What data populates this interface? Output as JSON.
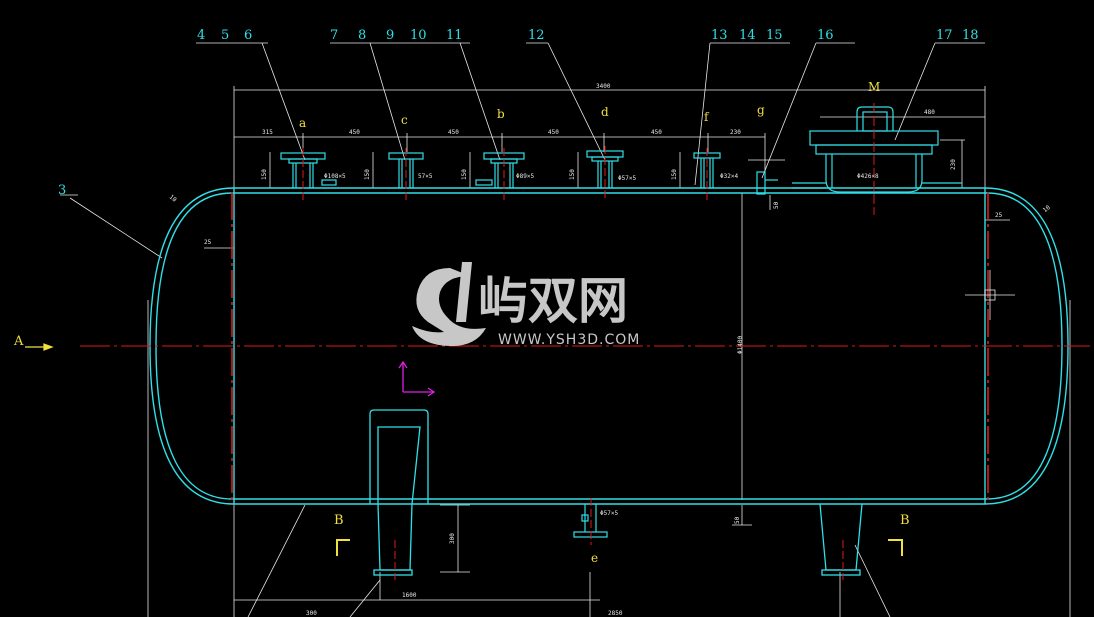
{
  "colors": {
    "background": "#000000",
    "outline": "#2fe0e8",
    "dimension": "#ffffff",
    "centerline": "#e01818",
    "label_yellow": "#f0e040",
    "ucs": "#e020e0",
    "watermark": "#ffffff"
  },
  "part_numbers": {
    "p4": "4",
    "p5": "5",
    "p6": "6",
    "p7": "7",
    "p8": "8",
    "p9": "9",
    "p10": "10",
    "p11": "11",
    "p12": "12",
    "p13": "13",
    "p14": "14",
    "p15": "15",
    "p16": "16",
    "p17": "17",
    "p18": "18",
    "p3": "3"
  },
  "nozzle_letters": {
    "a": "a",
    "c": "c",
    "b": "b",
    "d": "d",
    "f": "f",
    "g": "g",
    "e": "e",
    "M": "M"
  },
  "section_marks": {
    "a_left": "A",
    "b_left": "B",
    "b_right": "B"
  },
  "dimensions": {
    "overall_top": "3400",
    "seg1": "315",
    "seg2": "450",
    "seg3": "450",
    "seg4": "450",
    "seg5": "450",
    "seg6": "230",
    "manhole_w": "480",
    "manhole_h": "230",
    "nozzle_h1": "150",
    "nozzle_h2": "150",
    "nozzle_h3": "150",
    "nozzle_h4": "150",
    "nozzle_h5": "150",
    "dia_a": "Φ108×5",
    "dia_c": "57×5",
    "dia_b": "Φ89×5",
    "dia_d": "Φ57×5",
    "dia_f": "Φ32×4",
    "dia_M": "Φ426×8",
    "dia_e": "Φ57×5",
    "shell_dia": "Φ1400",
    "head_t_left": "10",
    "head_t_right": "10",
    "weld_left": "25",
    "weld_right": "25",
    "g_small": "50",
    "bottom_small": "50",
    "saddle_h": "300",
    "saddle_span": "1600",
    "bottom_left": "300",
    "bottom_total": "2850"
  },
  "watermark": {
    "brand": "屿双网",
    "url": "WWW.YSH3D.COM"
  }
}
